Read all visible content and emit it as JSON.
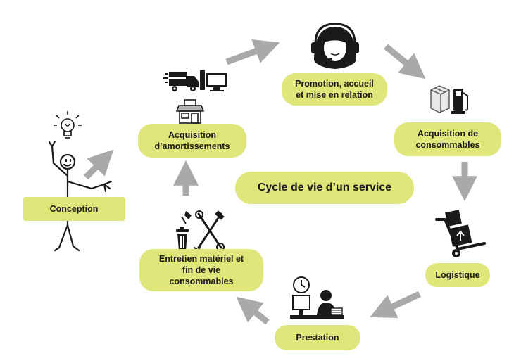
{
  "title": "Cycle de vie d’un service",
  "stages": {
    "conception": "Conception",
    "amortissements": "Acquisition\nd’amortissements",
    "promotion": "Promotion, accueil\net mise en relation",
    "consommables": "Acquisition de\nconsommables",
    "logistique": "Logistique",
    "prestation": "Prestation",
    "entretien": "Entretien matériel et\nfin de vie\nconsommables"
  },
  "colors": {
    "pill": "#dfe67a",
    "arrow": "#a9a9a9",
    "icon": "#1a1a1a"
  },
  "icons": [
    "lightbulb-icon",
    "stick-figure-icon",
    "truck-icon",
    "computer-icon",
    "shop-icon",
    "headset-operator-icon",
    "box-icon",
    "fuel-pump-icon",
    "hand-truck-icon",
    "clock-icon",
    "worker-desk-icon",
    "trash-can-icon",
    "tools-icon"
  ]
}
